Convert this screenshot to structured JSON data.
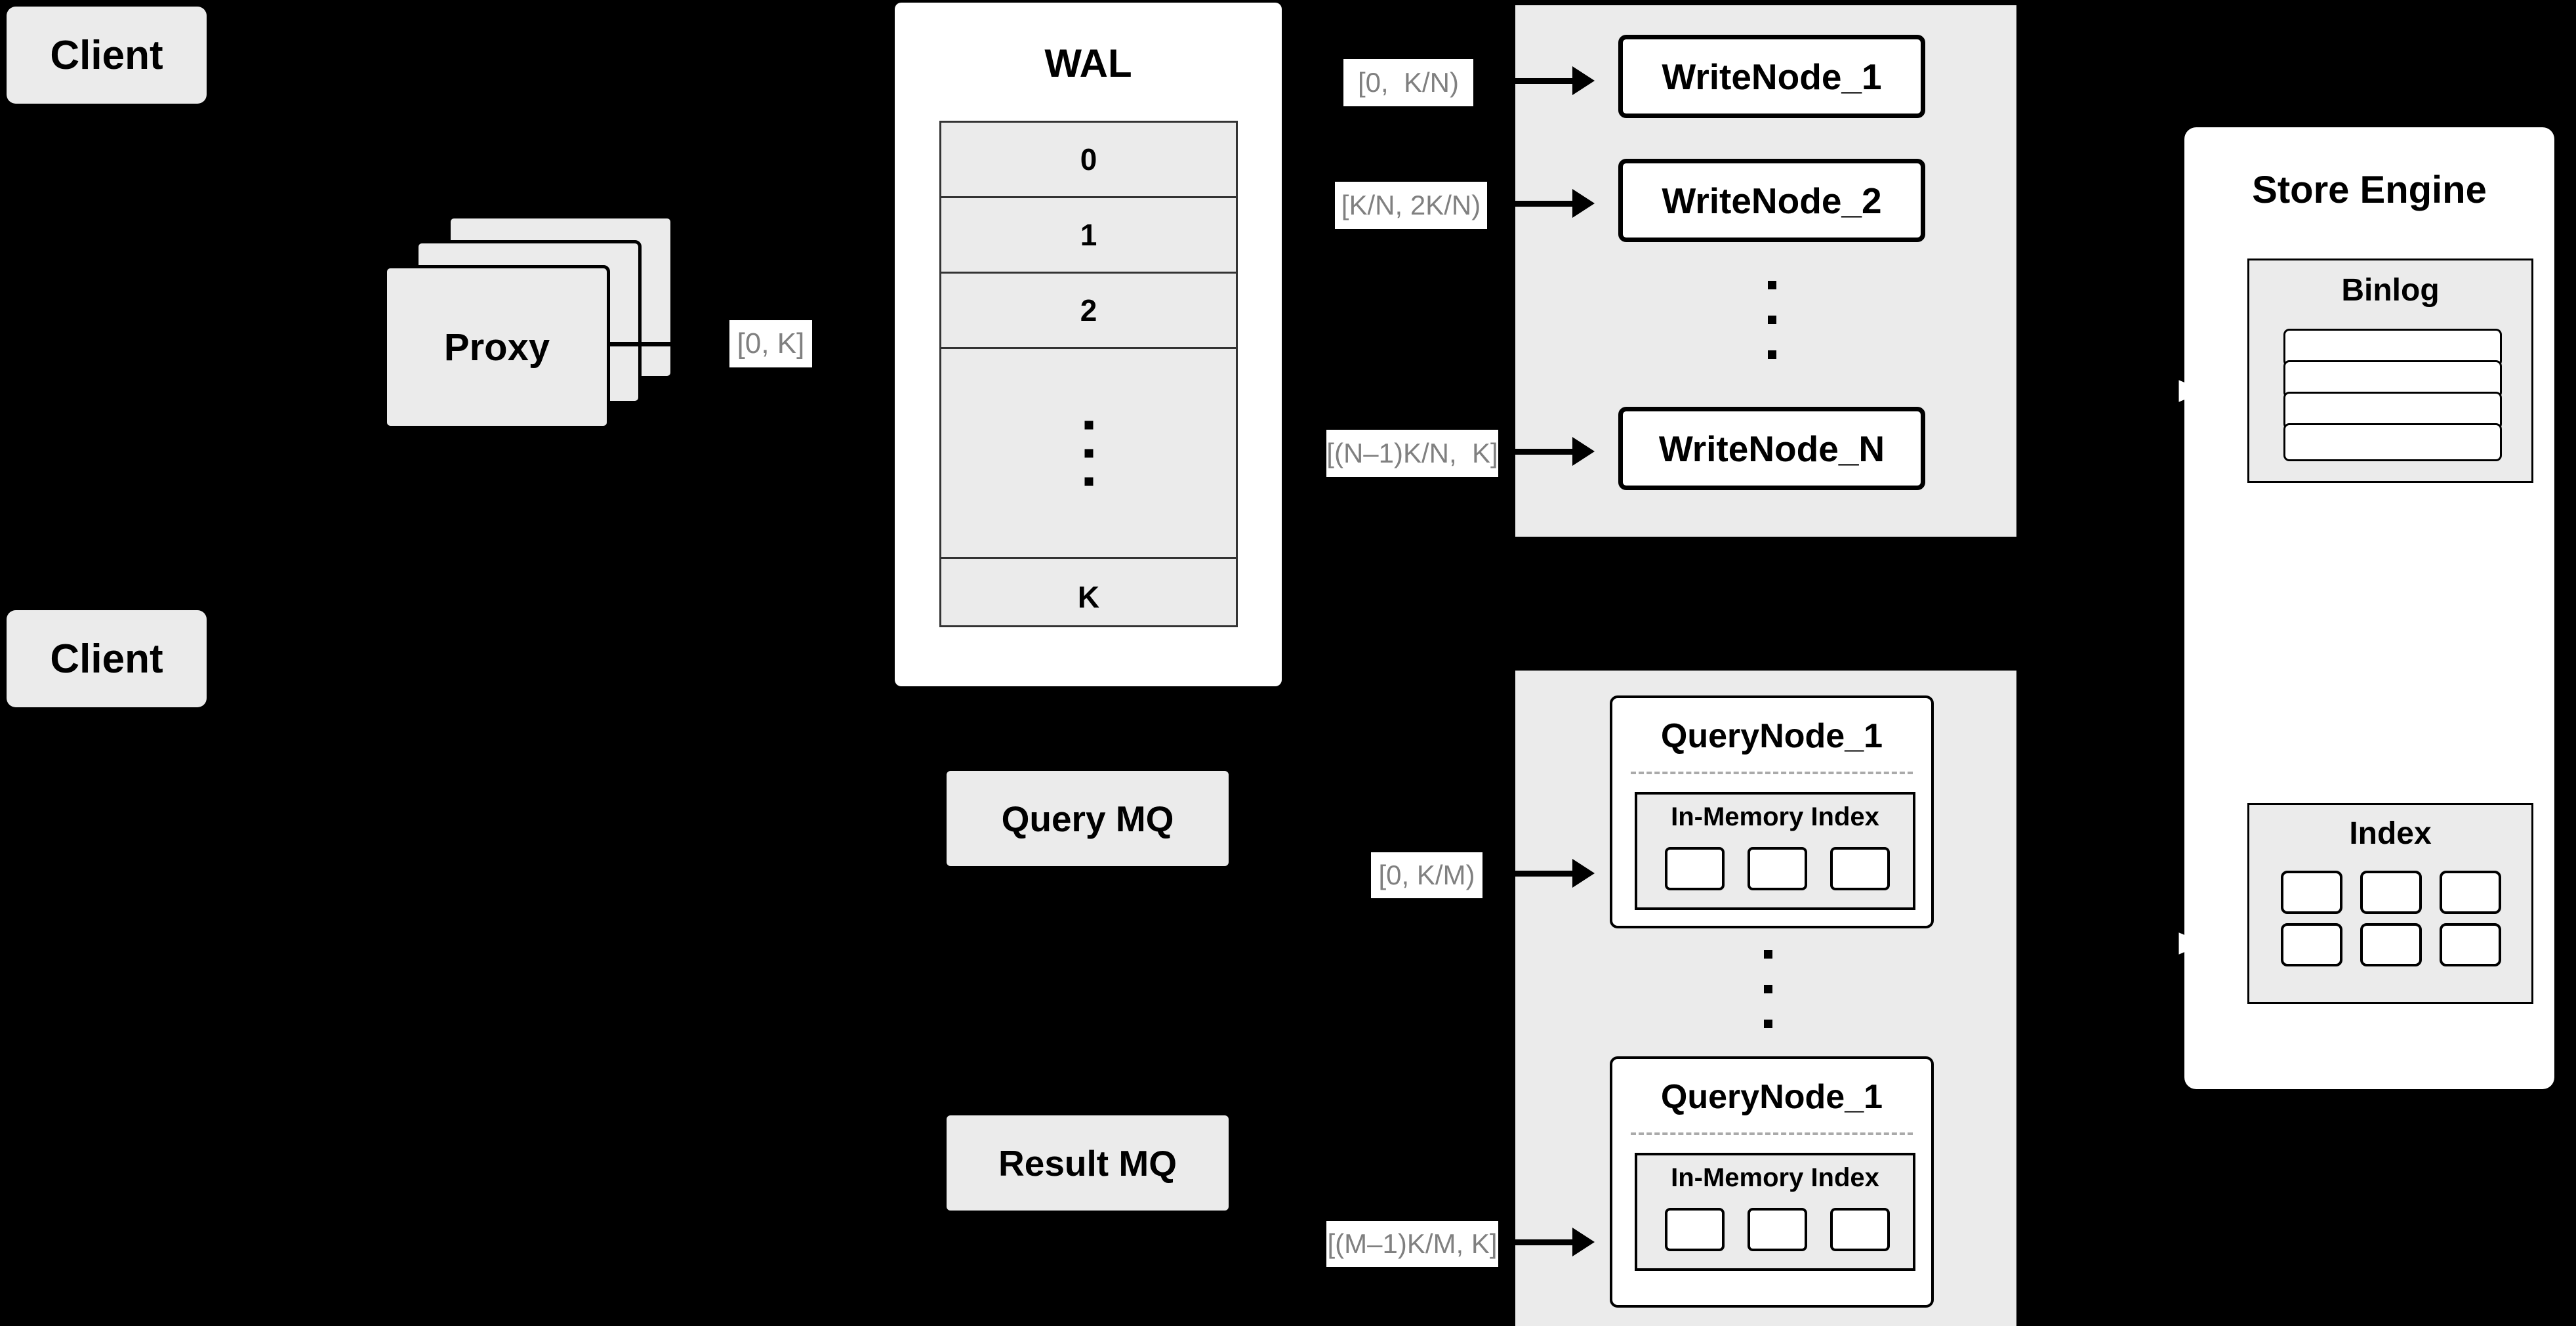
{
  "diagram": {
    "title": "Distributed Write/Query Architecture",
    "background": "#000000",
    "fill_light": "#ebebeb",
    "fill_white": "#ffffff",
    "stroke": "#000000",
    "label_text_color": "#808080"
  },
  "clients": [
    {
      "label": "Client"
    },
    {
      "label": "Client"
    }
  ],
  "proxy": {
    "label": "Proxy",
    "stack_count": 3
  },
  "wal": {
    "title": "WAL",
    "rows": [
      "0",
      "1",
      "2",
      "···",
      "K"
    ]
  },
  "queues": [
    {
      "label": "Query MQ"
    },
    {
      "label": "Result MQ"
    }
  ],
  "write_cluster": {
    "nodes": [
      {
        "label": "WriteNode_1",
        "range_label": "[0,  K/N)"
      },
      {
        "label": "WriteNode_2",
        "range_label": "[K/N, 2K/N)"
      },
      {
        "label": "WriteNode_N",
        "range_label": "[(N–1)K/N,  K]"
      }
    ],
    "ellipsis": "···"
  },
  "query_cluster": {
    "nodes": [
      {
        "label": "QueryNode_1",
        "range_label": "[0, K/M)",
        "memory_index": {
          "title": "In-Memory Index",
          "cells": 3
        }
      },
      {
        "label": "QueryNode_1",
        "range_label": "[(M–1)K/M, K]",
        "memory_index": {
          "title": "In-Memory Index",
          "cells": 3
        }
      }
    ],
    "ellipsis": "···"
  },
  "store_engine": {
    "title": "Store Engine",
    "binlog": {
      "title": "Binlog",
      "rows": 4
    },
    "index": {
      "title": "Index",
      "cells": 6
    }
  },
  "edges": {
    "proxy_to_wal_label": "[0, K]"
  }
}
